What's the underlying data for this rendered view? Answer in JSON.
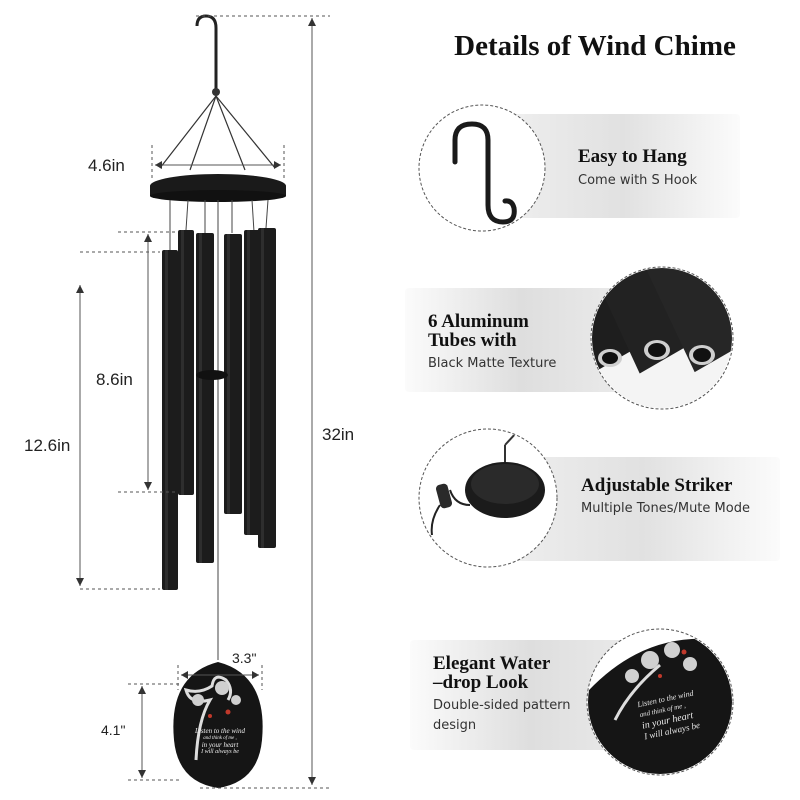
{
  "heading": "Details of Wind Chime",
  "dimensions": {
    "top_width": "4.6in",
    "short_tube": "8.6in",
    "long_tube": "12.6in",
    "total_length": "32in",
    "sail_width": "3.3\"",
    "sail_height": "4.1\""
  },
  "features": [
    {
      "title": "Easy to Hang",
      "subtitle": "Come with S Hook",
      "icon": "s-hook-icon"
    },
    {
      "title_line1": "6 Aluminum",
      "title_line2": "Tubes with",
      "subtitle": "Black Matte Texture",
      "icon": "tube-ends-icon"
    },
    {
      "title": "Adjustable Striker",
      "subtitle": "Multiple Tones/Mute Mode",
      "icon": "striker-icon"
    },
    {
      "title_line1": "Elegant Water",
      "title_line2": "–drop Look",
      "subtitle_line1": "Double-sided pattern",
      "subtitle_line2": "design",
      "icon": "sail-icon"
    }
  ],
  "sail_text": {
    "line1": "Listen to the wind",
    "line2": "and think of me ,",
    "line3": "in your heart",
    "line4": "I will always be"
  },
  "colors": {
    "metal": "#1c1c1c",
    "band": "#e3e3e3",
    "accent_bird": "#c0392b"
  }
}
